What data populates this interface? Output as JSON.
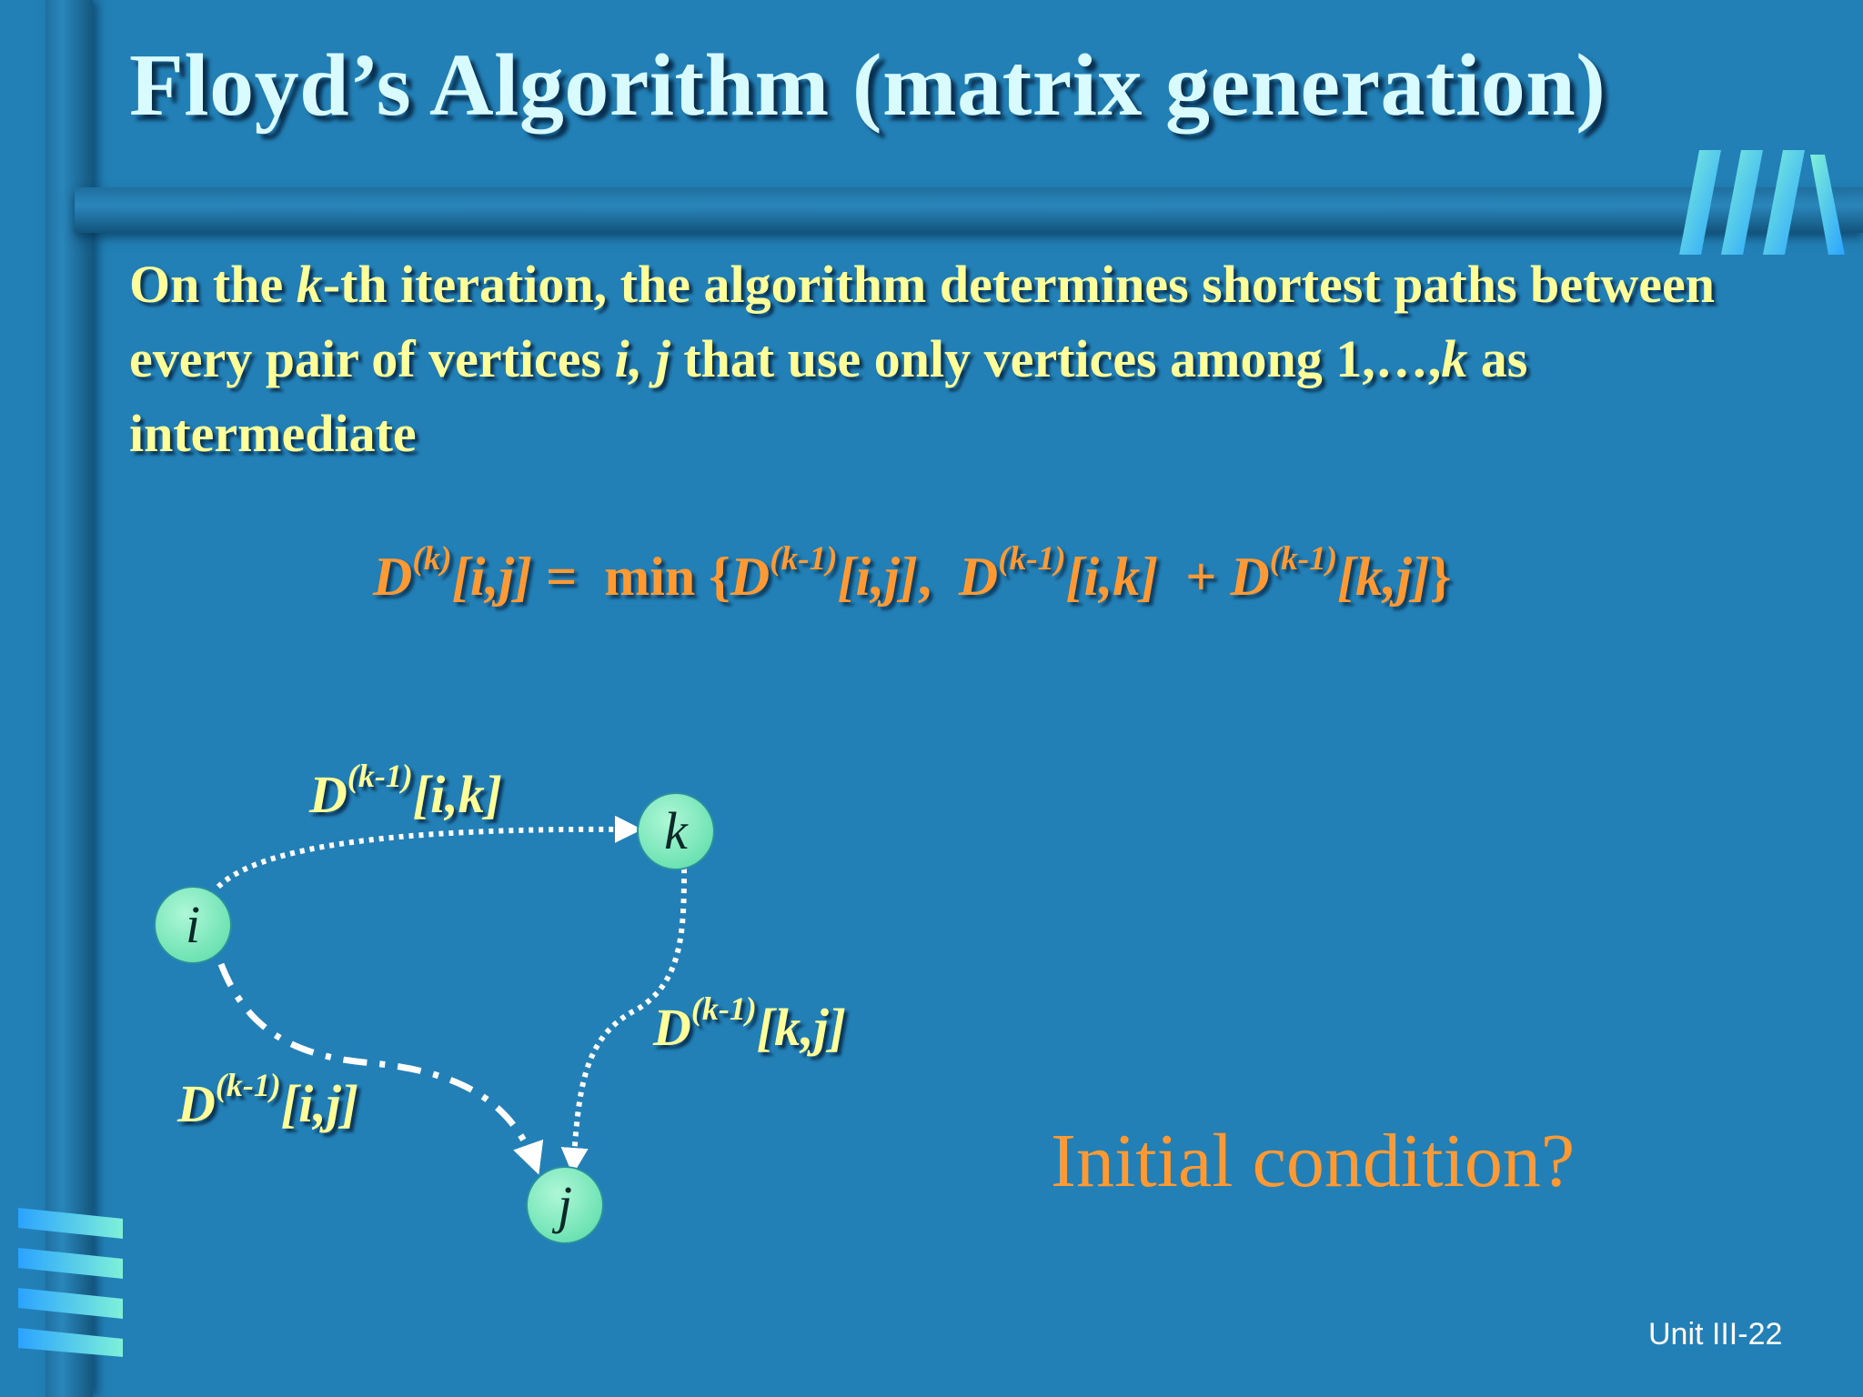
{
  "slide": {
    "title": "Floyd’s Algorithm (matrix generation)",
    "paragraph": {
      "p1": "On the ",
      "k1": "k",
      "p2": "-th iteration, the algorithm determines shortest paths between every pair of vertices ",
      "ij": "i, j",
      "p3": " that use only vertices among 1,…,",
      "k2": "k",
      "p4": " as intermediate"
    },
    "formula": {
      "D": "D",
      "sup_k": "(k)",
      "ij": "[i,j]",
      "eq_min": " =  min {",
      "sup_km1": "(k-1)",
      "ik": "[i,k]",
      "plus": "  + ",
      "kj": "[k,j]",
      "comma": ",  ",
      "close": "}"
    },
    "graph": {
      "nodes": {
        "i": "i",
        "k": "k",
        "j": "j"
      },
      "labels": {
        "ik": {
          "D": "D",
          "sup": "(k-1)",
          "idx": "[i,k]"
        },
        "kj": {
          "D": "D",
          "sup": "(k-1)",
          "idx": "[k,j]"
        },
        "ij": {
          "D": "D",
          "sup": "(k-1)",
          "idx": "[i,j]"
        }
      }
    },
    "question": "Initial condition?",
    "footer": "Unit III-22",
    "colors": {
      "background": "#2280b6",
      "title": "#d8fbff",
      "body": "#ffff99",
      "formula": "#ff9933",
      "node": "#6fe3b3"
    }
  }
}
